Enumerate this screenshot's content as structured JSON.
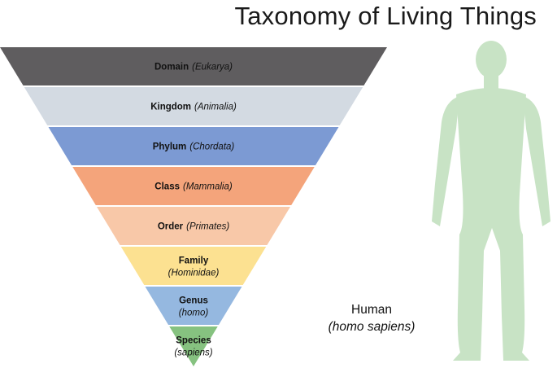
{
  "title": "Taxonomy of Living Things",
  "levels": [
    {
      "rank": "Domain",
      "taxon": "(Eukarya)",
      "color": "#5f5d5f"
    },
    {
      "rank": "Kingdom",
      "taxon": "(Animalia)",
      "color": "#d3dae2"
    },
    {
      "rank": "Phylum",
      "taxon": "(Chordata)",
      "color": "#7c9ad3"
    },
    {
      "rank": "Class",
      "taxon": "(Mammalia)",
      "color": "#f4a47b"
    },
    {
      "rank": "Order",
      "taxon": "(Primates)",
      "color": "#f8c8a8"
    },
    {
      "rank": "Family",
      "taxon": "(Hominidae)",
      "color": "#fce191"
    },
    {
      "rank": "Genus",
      "taxon": "(homo)",
      "color": "#95b8e0"
    },
    {
      "rank": "Species",
      "taxon": "(sapiens)",
      "color": "#86c280"
    }
  ],
  "human": {
    "name": "Human",
    "scientific": "(homo sapiens)",
    "figure_color": "#c8e3c5"
  }
}
